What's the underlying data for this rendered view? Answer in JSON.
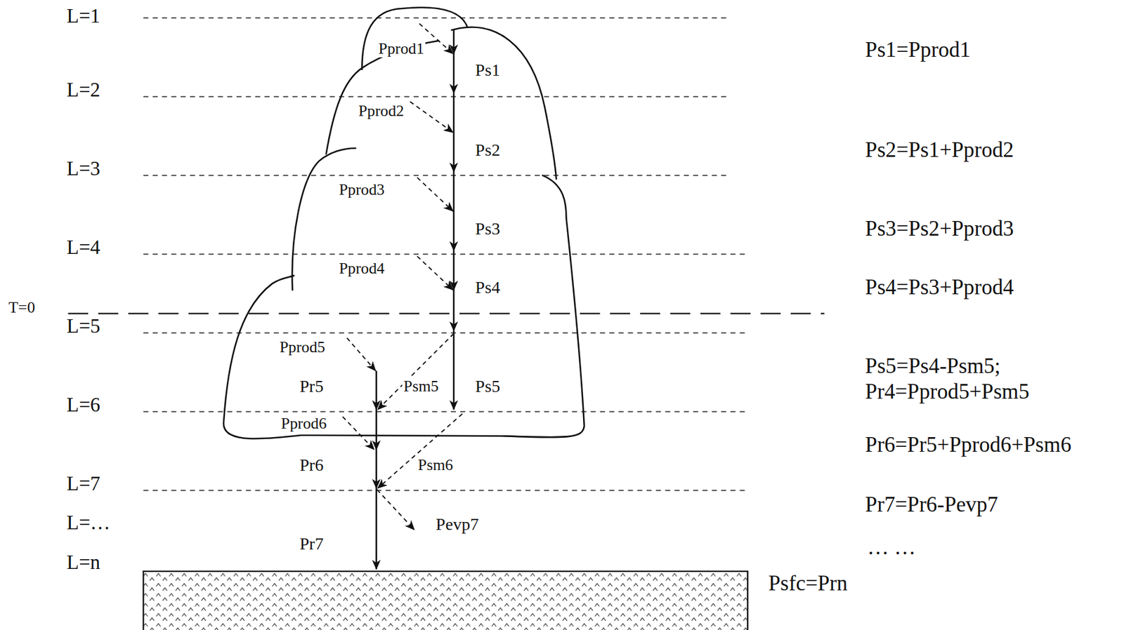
{
  "diagram": {
    "labels": [
      "L=1",
      "Pprod1",
      "Ps1",
      "Ps1=Pprod1",
      "L=2",
      "Pprod2",
      "Ps2",
      "Ps2=Ps1+Pprod2",
      "L=3",
      "Pprod3",
      "Ps3",
      "Ps3=Ps2+Pprod3",
      "L=4",
      "Pprod4",
      "Ps4",
      "Ps4=Ps3+Pprod4",
      "T=0",
      "L=5",
      "Pprod5",
      "Pr5",
      "Psm5",
      "Ps5",
      "Ps5=Ps4-Psm5;",
      "Pr4=Pprod5+Psm5",
      "L=6",
      "Pprod6",
      "Pr6",
      "Psm6",
      "Pr6=Pr5+Pprod6+Psm6",
      "L=7",
      "Pr7=Pr6-Pevp7",
      "L=…",
      "Pevp7",
      "Pr7",
      "… …",
      "L=n",
      "Psfc=Prn"
    ]
  }
}
